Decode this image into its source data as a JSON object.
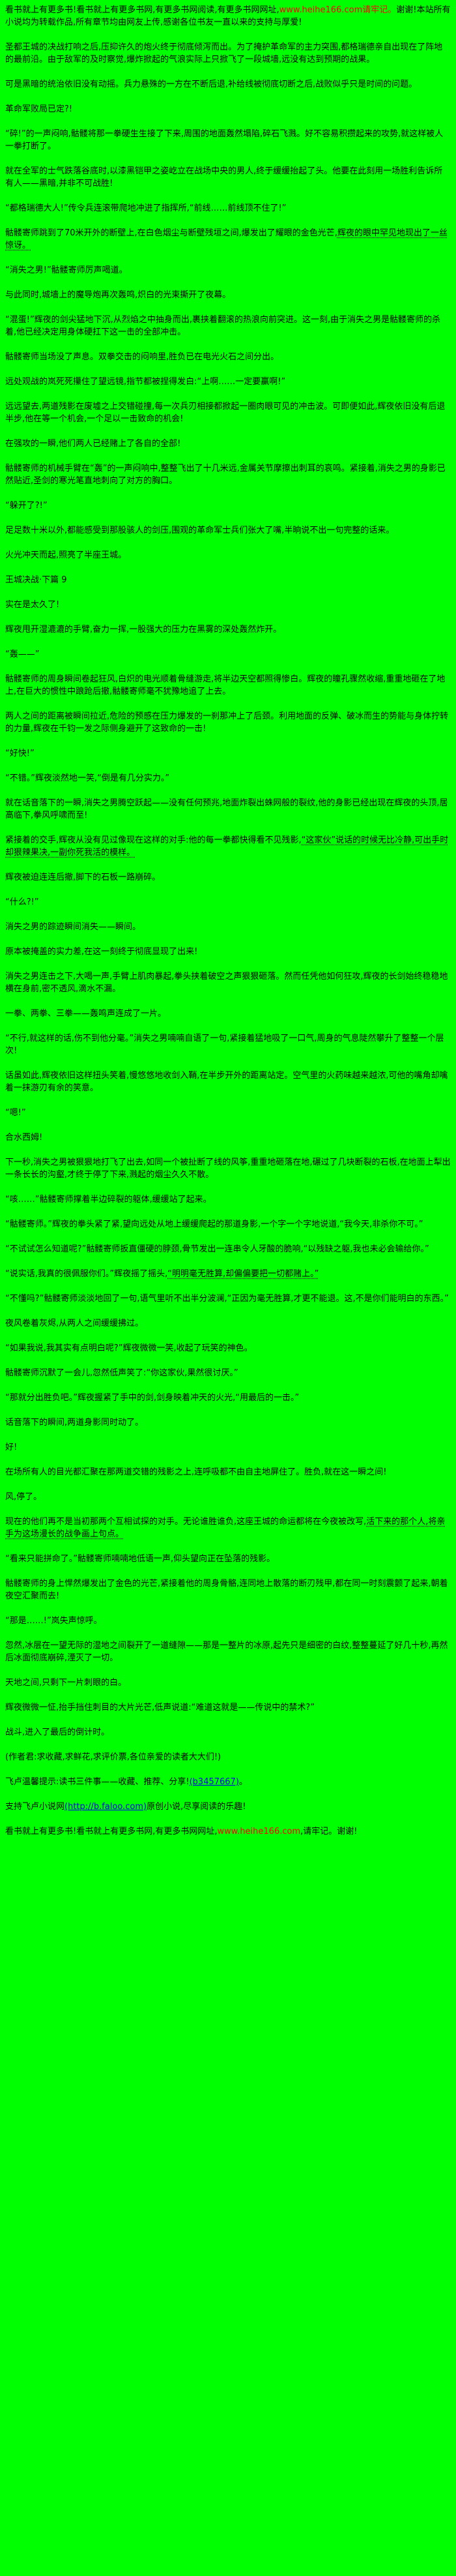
{
  "page": {
    "background": "#00ff00",
    "text_color": "#000000",
    "accent_red": "#ff0000",
    "link_blue": "#0000ee"
  },
  "paragraphs": [
    {
      "name": "site-promo-header",
      "segments": [
        {
          "t": "看书就上有更多书!看书就上有更多书网,有更多书网阅读,有更多书网网址,"
        },
        {
          "t": "www.heihe166.com请牢记。",
          "c": "red"
        },
        {
          "t": "谢谢!本站所有小说均为转载作品,所有章节均由网友上传,感谢各位书友一直以来的支持与厚爱!"
        }
      ]
    },
    {
      "segments": [
        {
          "t": "圣都王城的决战打响之后,压抑许久的炮火终于彻底倾泻而出。为了掩护革命军的主力突围,都格瑞德亲自出现在了阵地的最前沿。由于敌军的及时察觉,爆炸掀起的气浪实际上只掀飞了一段城墙,远没有达到预期的战果。"
        }
      ]
    },
    {
      "segments": [
        {
          "t": "可是黑暗的统治依旧没有动摇。兵力悬殊的一方在不断后退,补给线被彻底切断之后,战败似乎只是时间的问题。"
        }
      ]
    },
    {
      "segments": [
        {
          "t": "革命军败局已定?!"
        }
      ]
    },
    {
      "segments": [
        {
          "t": "“碎!”的一声闷响,骷髅将那一拳硬生生接了下来,周围的地面轰然塌陷,碎石飞溅。好不容易积攒起来的攻势,就这样被人一拳打断了。"
        }
      ]
    },
    {
      "segments": [
        {
          "t": "就在全军的士气跌落谷底时,以漆黑铠甲之姿屹立在战场中央的男人,终于缓缓抬起了头。他要在此刻用一场胜利告诉所有人——黑暗,并非不可战胜!"
        }
      ]
    },
    {
      "segments": [
        {
          "t": "“都格瑞德大人!”传令兵连滚带爬地冲进了指挥所,“前线……前线顶不住了!”"
        }
      ]
    },
    {
      "segments": [
        {
          "t": "骷髅寄师跳到了70米开外的断壁上,在白色烟尘与断壁残垣之间,爆发出了耀眼的金色光芒,"
        },
        {
          "t": "辉夜的眼中罕见地现出了一丝惊讶。",
          "u": "dotted"
        }
      ]
    },
    {
      "segments": [
        {
          "t": "“消失之男!”骷髅寄师厉声喝道。"
        }
      ]
    },
    {
      "segments": [
        {
          "t": "与此同时,城墙上的魔导炮再次轰鸣,炽白的光束撕开了夜幕。"
        }
      ]
    },
    {
      "segments": [
        {
          "t": "“混蛋!”辉夜的剑尖猛地下沉,从烈焰之中抽身而出,裹挟着翻滚的热浪向前突进。这一刻,由于消失之男是骷髅寄师的杀着,他已经决定用身体硬扛下这一击的全部冲击。"
        }
      ]
    },
    {
      "segments": [
        {
          "t": "骷髅寄师当场没了声息。双拳交击的闷响里,胜负已在电光火石之间分出。"
        }
      ]
    },
    {
      "segments": [
        {
          "t": "远处观战的岚死死攥住了望远镜,指节都被捏得发白:“上啊……一定要赢啊!”"
        }
      ]
    },
    {
      "segments": [
        {
          "t": "远远望去,两道残影在废墟之上交错碰撞,每一次兵刃相接都掀起一圈肉眼可见的冲击波。可即便如此,辉夜依旧没有后退半步,他在等一个机会,一个足以一击致命的机会!"
        }
      ]
    },
    {
      "segments": [
        {
          "t": "在强攻的一瞬,他们两人已经赌上了各自的全部!"
        }
      ]
    },
    {
      "segments": [
        {
          "t": "骷髅寄师的机械手臂在“轰”的一声闷响中,整整飞出了十几米远,金属关节摩擦出刺耳的哀鸣。紧接着,消失之男的身影已然贴近,圣剑的寒光笔直地刺向了对方的胸口。"
        }
      ]
    },
    {
      "segments": [
        {
          "t": "“躲开了?!”"
        }
      ]
    },
    {
      "segments": [
        {
          "t": "足足数十米以外,都能感受到那股骇人的剑压,围观的革命军士兵们张大了嘴,半晌说不出一句完整的话来。"
        }
      ]
    },
    {
      "segments": [
        {
          "t": "火光冲天而起,照亮了半座王城。"
        }
      ]
    },
    {
      "name": "chapter-heading",
      "segments": [
        {
          "t": "王城决战·下篇 9"
        }
      ]
    },
    {
      "segments": [
        {
          "t": "实在是太久了!"
        }
      ]
    },
    {
      "segments": [
        {
          "t": "辉夜甩开湿漉漉的手臂,奋力一挥,一股强大的压力在黑雾的深处轰然炸开。"
        }
      ]
    },
    {
      "segments": [
        {
          "t": "“轰——”"
        }
      ]
    },
    {
      "segments": [
        {
          "t": "骷髅寄师的周身瞬间卷起狂风,白炽的电光顺着骨缝游走,将半边天空都照得惨白。辉夜的瞳孔骤然收缩,重重地砸在了地上,在巨大的惯性中踉跄后撤,骷髅寄师毫不犹豫地追了上去。"
        }
      ]
    },
    {
      "segments": [
        {
          "t": "两人之间的距离被瞬间拉近,危险的预感在压力爆发的一刹那冲上了后颈。利用地面的反弹、破冰而生的势能与身体拧转的力量,辉夜在千钧一发之际侧身避开了这致命的一击!"
        }
      ]
    },
    {
      "segments": [
        {
          "t": "“好快!”"
        }
      ]
    },
    {
      "segments": [
        {
          "t": "“不错。”辉夜淡然地一笑,“倒是有几分实力。”"
        }
      ]
    },
    {
      "segments": [
        {
          "t": "就在话音落下的一瞬,消失之男腾空跃起——没有任何预兆,地面炸裂出蛛网般的裂纹,他的身影已经出现在辉夜的头顶,居高临下,拳风呼啸而至!"
        }
      ]
    },
    {
      "segments": [
        {
          "t": "紧接着的交手,辉夜从没有见过像现在这样的对手:他的每一拳都快得看不见残影,"
        },
        {
          "t": "“这家伙”说话的时候无比冷静,可出手时却狠辣果决,一副你死我活的模样。",
          "u": "dotted"
        }
      ]
    },
    {
      "segments": [
        {
          "t": "辉夜被迫连连后撤,脚下的石板一路崩碎。"
        }
      ]
    },
    {
      "segments": [
        {
          "t": "“什么?!”"
        }
      ]
    },
    {
      "segments": [
        {
          "t": "消失之男的踪迹瞬间消失——瞬间。"
        }
      ]
    },
    {
      "segments": [
        {
          "t": "原本被掩盖的实力差,在这一刻终于彻底显现了出来!"
        }
      ]
    },
    {
      "segments": [
        {
          "t": "消失之男连击之下,大喝一声,手臂上肌肉暴起,拳头挟着破空之声狠狠砸落。然而任凭他如何狂攻,辉夜的长剑始终稳稳地横在身前,密不透风,滴水不漏。"
        }
      ]
    },
    {
      "segments": [
        {
          "t": "一拳、两拳、三拳——轰鸣声连成了一片。"
        }
      ]
    },
    {
      "segments": [
        {
          "t": "“不行,就这样的话,伤不到他分毫。”消失之男喃喃自语了一句,紧接着猛地吸了一口气,周身的气息陡然攀升了整整一个层次!"
        }
      ]
    },
    {
      "segments": [
        {
          "t": "话虽如此,辉夜依旧这样扭头笑着,慢悠悠地收剑入鞘,在半步开外的距离站定。空气里的火药味越来越浓,可他的嘴角却噙着一抹游刃有余的笑意。"
        }
      ]
    },
    {
      "segments": [
        {
          "t": "“嗯!”"
        }
      ]
    },
    {
      "segments": [
        {
          "t": "合水西姆!"
        }
      ]
    },
    {
      "segments": [
        {
          "t": "下一秒,消失之男被狠狠地打飞了出去,如同一个被扯断了线的风筝,重重地砸落在地,碾过了几块断裂的石板,在地面上犁出一条长长的沟壑,才终于停了下来,溅起的烟尘久久不散。"
        }
      ]
    },
    {
      "segments": [
        {
          "t": "“咳……”骷髅寄师撑着半边碎裂的躯体,缓缓站了起来。"
        }
      ]
    },
    {
      "segments": [
        {
          "t": "“骷髅寄师。”辉夜的拳头紧了紧,望向远处从地上缓缓爬起的那道身影,一个字一个字地说道,“我今天,非杀你不可。”"
        }
      ]
    },
    {
      "segments": [
        {
          "t": "“不试试怎么知道呢?”骷髅寄师扳直僵硬的脖颈,骨节发出一连串令人牙酸的脆响,“以残缺之躯,我也未必会输给你。”"
        }
      ]
    },
    {
      "segments": [
        {
          "t": "“说实话,我真的很佩服你们。”辉夜摇了摇头,"
        },
        {
          "t": "“明明毫无胜算,却偏偏要把一切都赌上。”",
          "u": "dotted"
        }
      ]
    },
    {
      "segments": [
        {
          "t": "“不懂吗?”骷髅寄师淡淡地回了一句,语气里听不出半分波澜,“正因为毫无胜算,才更不能退。这,不是你们能明白的东西。”"
        }
      ]
    },
    {
      "segments": [
        {
          "t": "夜风卷着灰烬,从两人之间缓缓拂过。"
        }
      ]
    },
    {
      "segments": [
        {
          "t": "“如果我说,我其实有点明白呢?”辉夜微微一笑,收起了玩笑的神色。"
        }
      ]
    },
    {
      "segments": [
        {
          "t": "骷髅寄师沉默了一会儿,忽然低声笑了:“你这家伙,果然很讨厌。”"
        }
      ]
    },
    {
      "segments": [
        {
          "t": "“那就分出胜负吧。”辉夜握紧了手中的剑,剑身映着冲天的火光,“用最后的一击。”"
        }
      ]
    },
    {
      "segments": [
        {
          "t": "话音落下的瞬间,两道身影同时动了。"
        }
      ]
    },
    {
      "segments": [
        {
          "t": "好!"
        }
      ]
    },
    {
      "segments": [
        {
          "t": "在场所有人的目光都汇聚在那两道交错的残影之上,连呼吸都不由自主地屏住了。胜负,就在这一瞬之间!"
        }
      ]
    },
    {
      "segments": [
        {
          "t": "风,停了。"
        }
      ]
    },
    {
      "segments": [
        {
          "t": "现在的他们再不是当初那两个互相试探的对手。无论谁胜谁负,这座王城的命运都将在今夜被改写,"
        },
        {
          "t": "活下来的那个人,将亲手为这场漫长的战争画上句点。",
          "u": "dotted"
        }
      ]
    },
    {
      "segments": [
        {
          "t": "“看来只能拼命了。”骷髅寄师喃喃地低语一声,仰头望向正在坠落的残影。"
        }
      ]
    },
    {
      "segments": [
        {
          "t": "骷髅寄师的身上悍然爆发出了金色的光芒,紧接着他的周身骨骼,连同地上散落的断刃残甲,都在同一时刻震颤了起来,朝着夜空汇聚而去!"
        }
      ]
    },
    {
      "segments": [
        {
          "t": "“那是……!”岚失声惊呼。"
        }
      ]
    },
    {
      "segments": [
        {
          "t": "忽然,冰层在一望无际的湿地之间裂开了一道缝隙——那是一整片的冰原,起先只是细密的白纹,整整蔓延了好几十秒,再然后冰面彻底崩碎,湮灭了一切。"
        }
      ]
    },
    {
      "segments": [
        {
          "t": "天地之间,只剩下一片刺眼的白。"
        }
      ]
    },
    {
      "segments": [
        {
          "t": "辉夜微微一怔,抬手挡住刺目的大片光芒,低声说道:“难道这就是——传说中的禁术?”"
        }
      ]
    },
    {
      "segments": [
        {
          "t": "战斗,进入了最后的倒计时。"
        }
      ]
    },
    {
      "name": "author-note",
      "segments": [
        {
          "t": "(作者君:求收藏,求鲜花,求评价票,各位亲爱的读者大大们!)"
        }
      ]
    },
    {
      "name": "faloo-tip",
      "segments": [
        {
          "t": "飞卢温馨提示:读书三件事——收藏、推荐、分享!"
        },
        {
          "t": "(b3457667)",
          "c": "blue",
          "link": true
        },
        {
          "t": "。"
        }
      ]
    },
    {
      "name": "faloo-support",
      "segments": [
        {
          "t": "支持飞卢小说网"
        },
        {
          "t": "(http://b.faloo.com)",
          "c": "blue",
          "link": true
        },
        {
          "t": "原创小说,尽享阅读的乐趣!"
        }
      ]
    },
    {
      "name": "site-promo-footer",
      "segments": [
        {
          "t": "看书就上有更多书!看书就上有更多书网,有更多书网网址,"
        },
        {
          "t": "www.heihe166.com",
          "c": "red"
        },
        {
          "t": ",请牢记。谢谢!"
        }
      ]
    }
  ]
}
